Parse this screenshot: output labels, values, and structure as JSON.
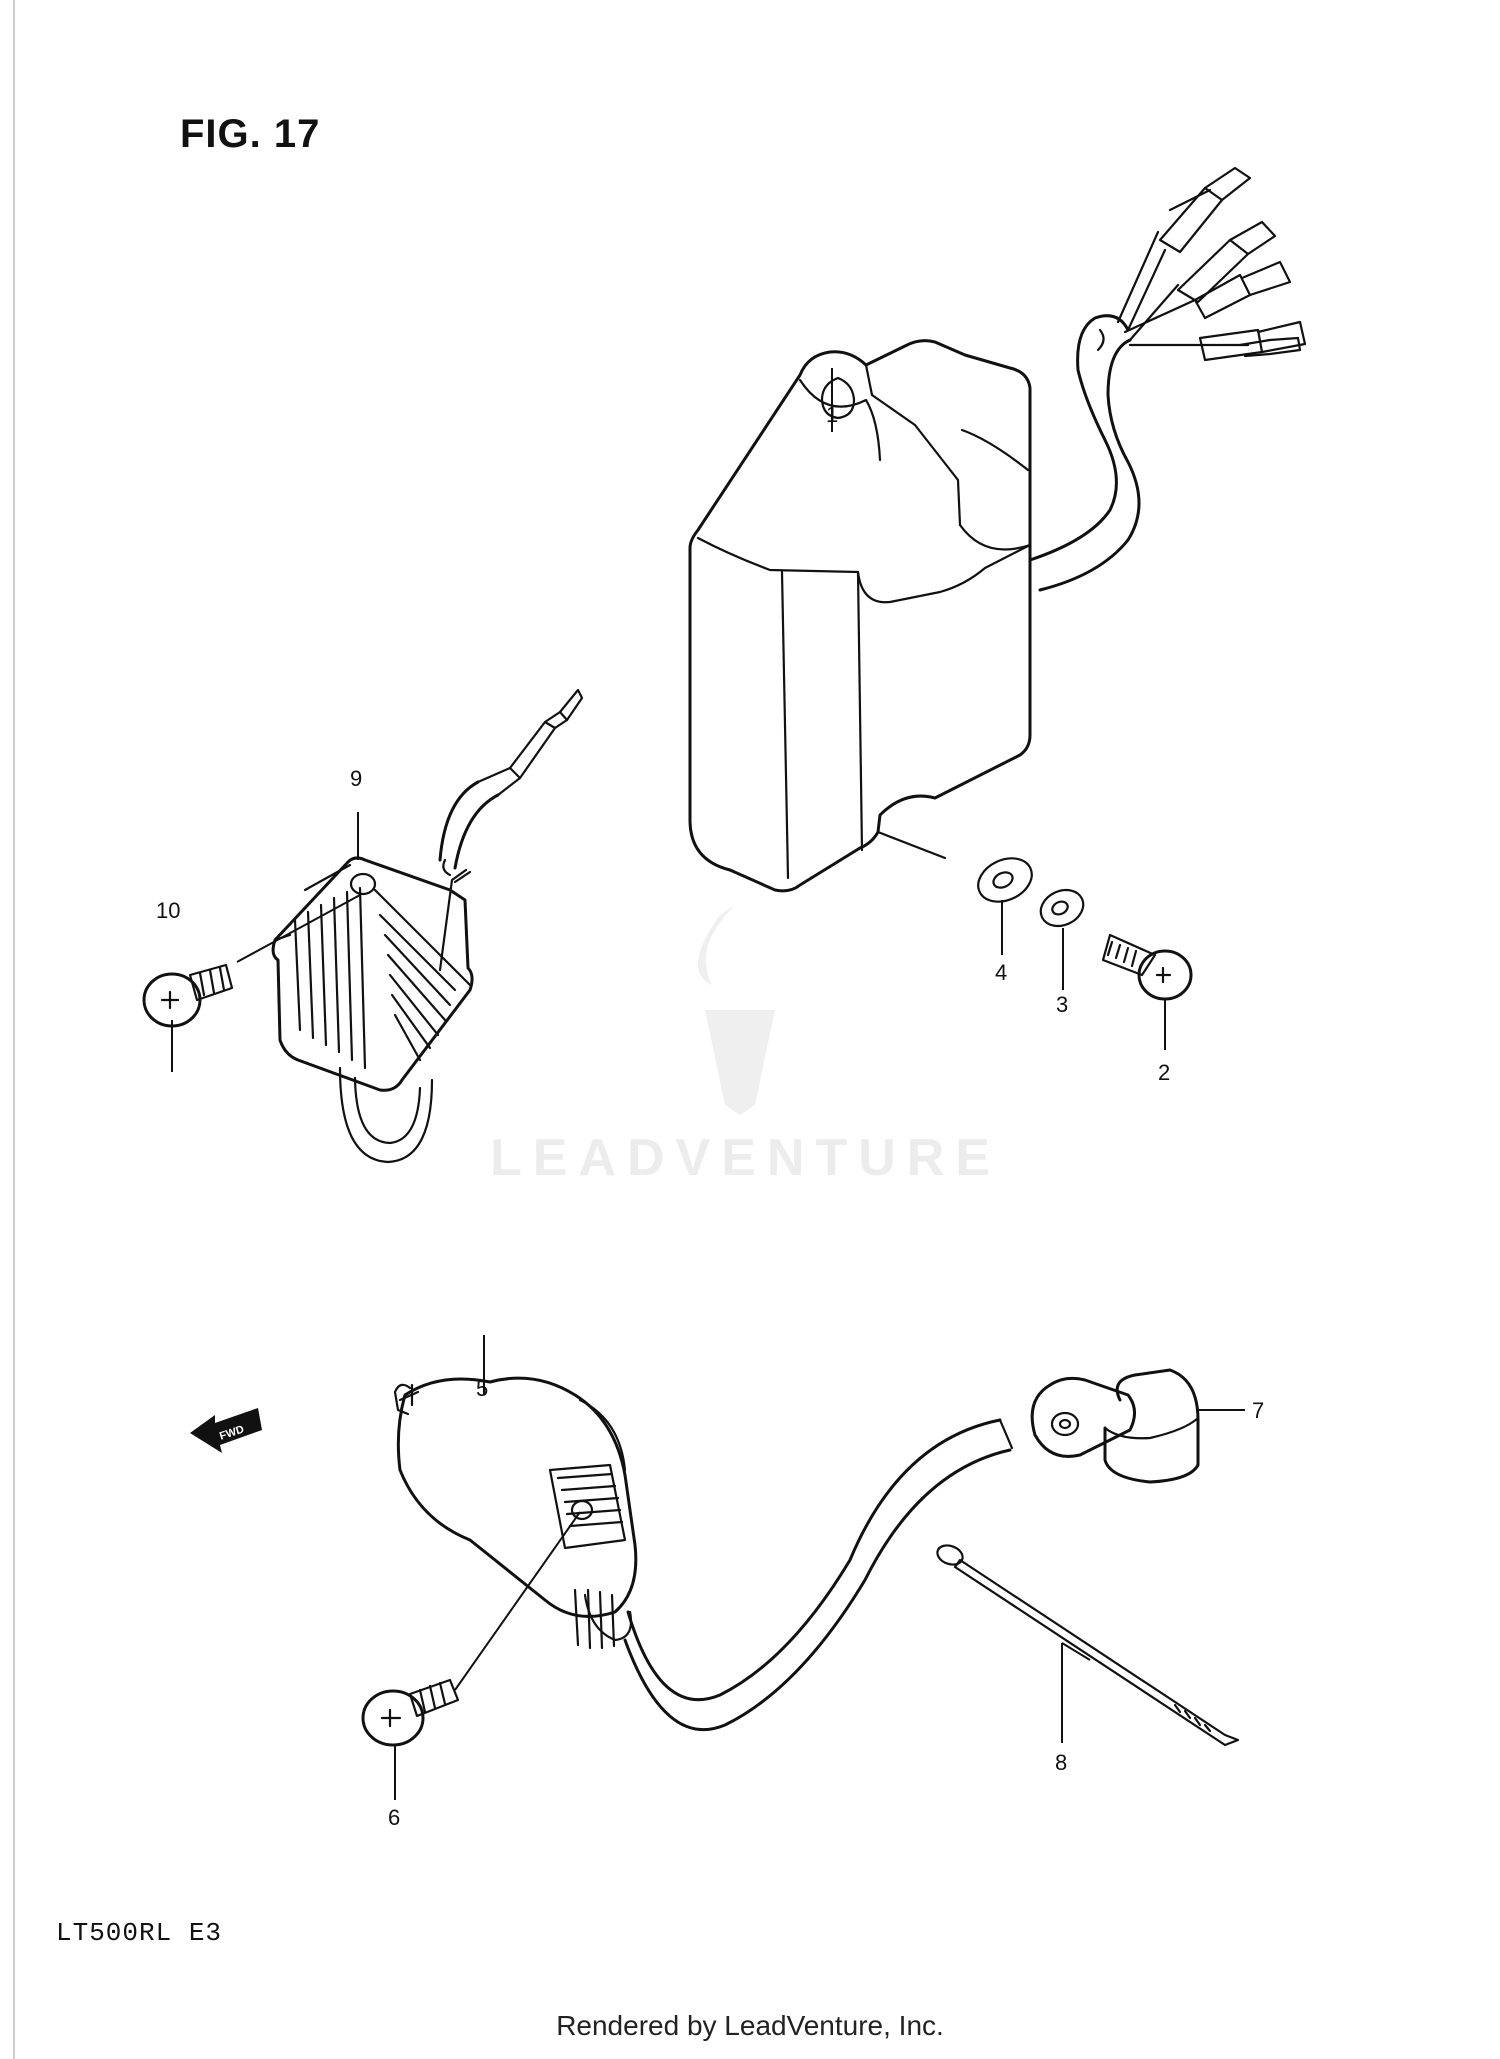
{
  "figure": {
    "title": "FIG. 17",
    "model": "LT500RL  E3",
    "watermark": "LEADVENTURE",
    "footer": "Rendered by LeadVenture, Inc."
  },
  "callouts": [
    "1",
    "2",
    "3",
    "4",
    "5",
    "6",
    "7",
    "8",
    "9",
    "10"
  ],
  "fwd_label": "FWD",
  "colors": {
    "ink": "#111111",
    "watermark": "#ececec"
  }
}
